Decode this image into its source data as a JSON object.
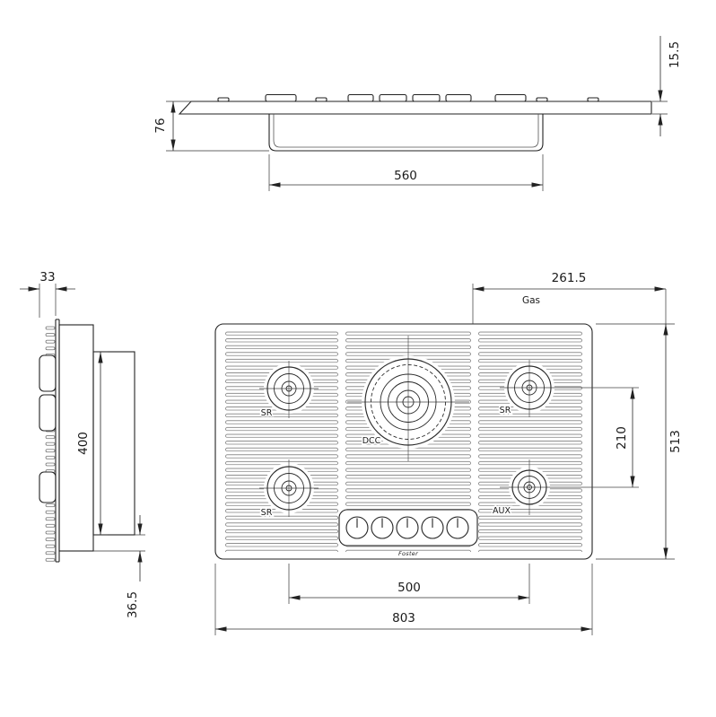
{
  "front_view": {
    "lip_height": "15.5",
    "total_height": "76",
    "bowl_width": "560"
  },
  "side_view": {
    "grate_height": "33",
    "bowl_length": "400",
    "bottom_lip": "36.5"
  },
  "plan_view": {
    "gas_offset": "261.5",
    "gas_label": "Gas",
    "depth": "513",
    "burner_row_spacing": "210",
    "burner_col_spacing": "500",
    "width": "803",
    "burners": {
      "top_left": "SR",
      "top_right": "SR",
      "bottom_left": "SR",
      "center": "DCC",
      "bottom_right": "AUX"
    },
    "brand": "Foster"
  },
  "colors": {
    "line": "#222222",
    "background": "#ffffff"
  }
}
